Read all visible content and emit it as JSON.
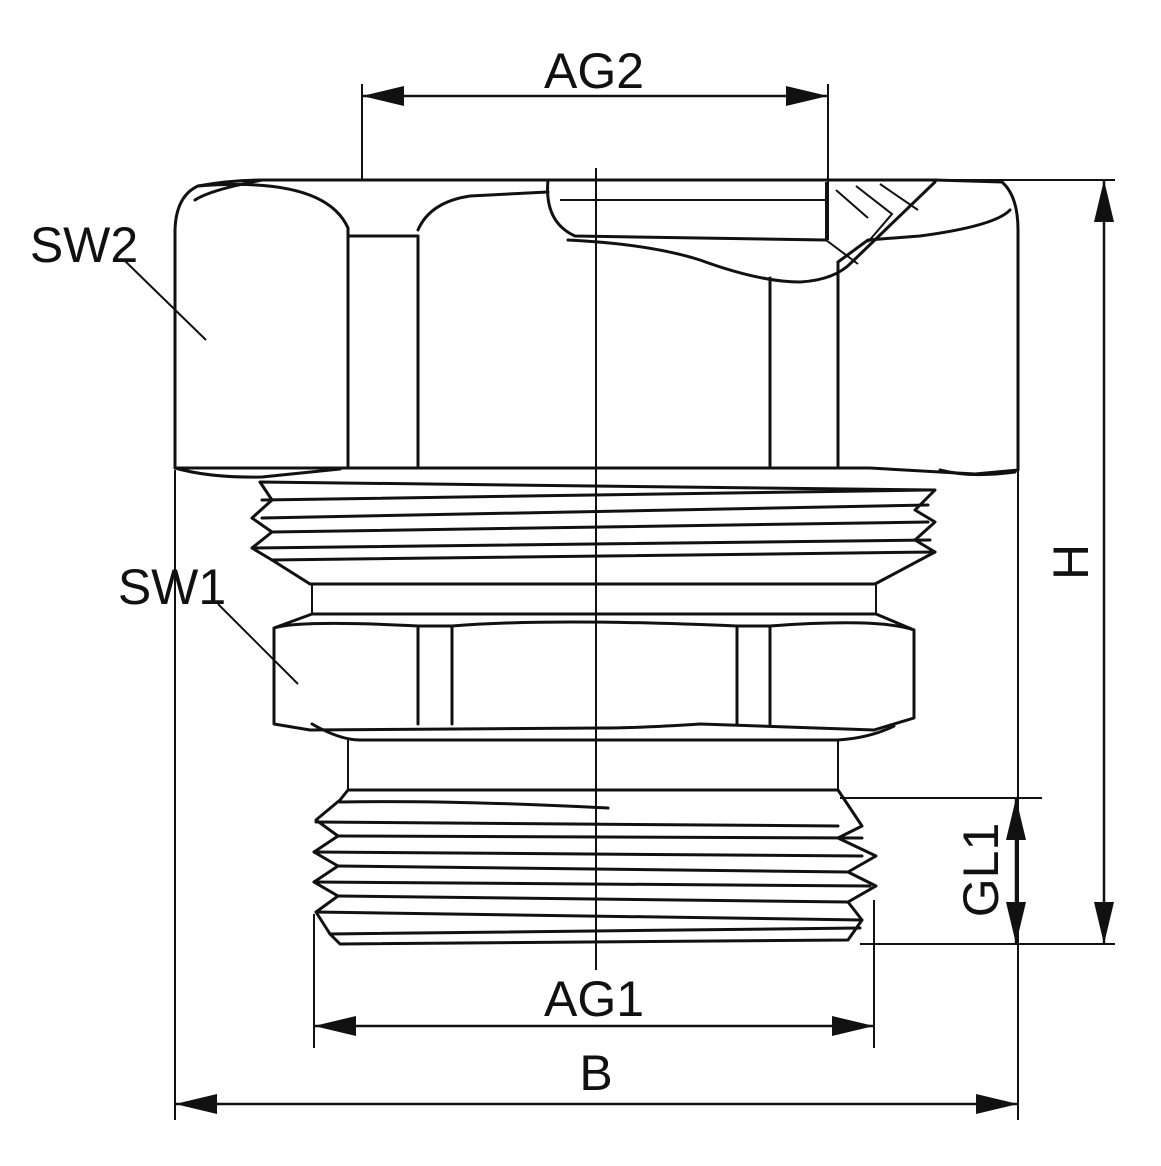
{
  "labels": {
    "ag2": "AG2",
    "sw2": "SW2",
    "sw1": "SW1",
    "h": "H",
    "gl1": "GL1",
    "ag1": "AG1",
    "b": "B"
  }
}
